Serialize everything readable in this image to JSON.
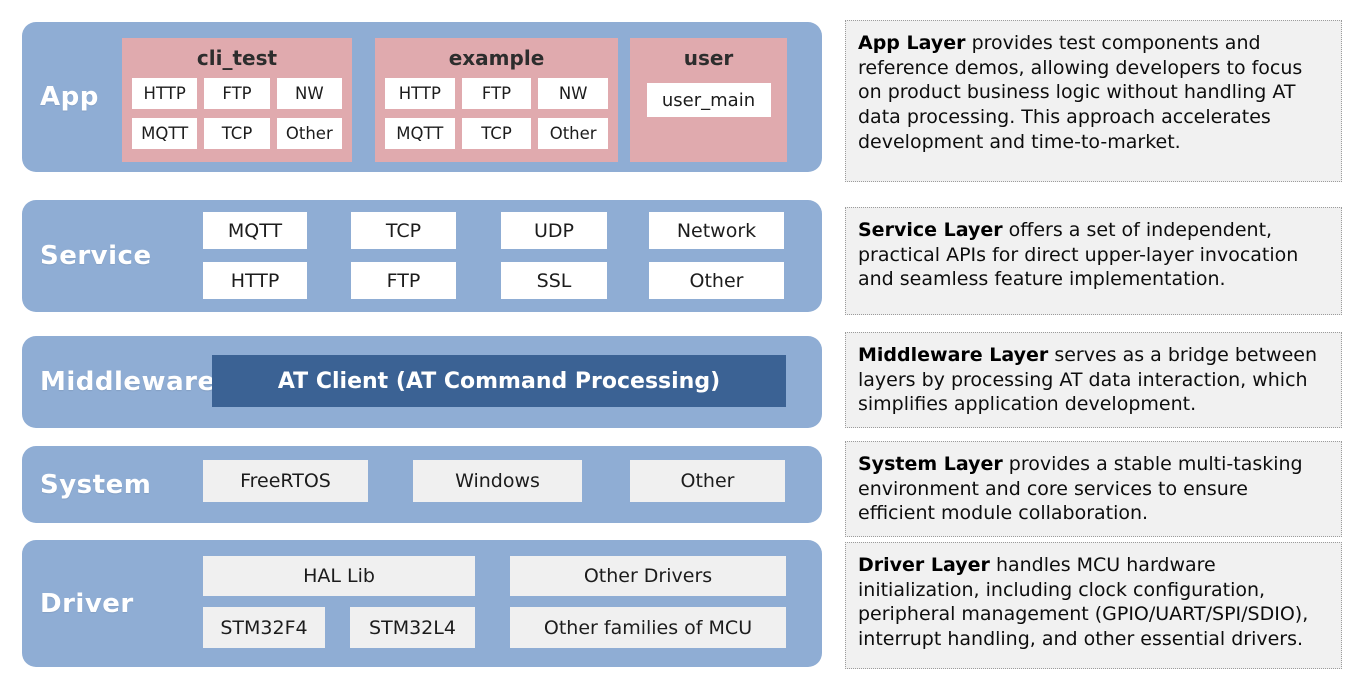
{
  "colors": {
    "layer-bg": "#8FADD4",
    "group-bg": "#E0AAAE",
    "highlight-bg": "#3B6294",
    "chip-white": "#FFFFFF",
    "chip-gray": "#F0F0F0",
    "desc-bg": "#F1F1F1"
  },
  "layers": [
    {
      "name": "App",
      "groups": [
        {
          "title": "cli_test",
          "items": [
            "HTTP",
            "FTP",
            "NW",
            "MQTT",
            "TCP",
            "Other"
          ]
        },
        {
          "title": "example",
          "items": [
            "HTTP",
            "FTP",
            "NW",
            "MQTT",
            "TCP",
            "Other"
          ]
        },
        {
          "title": "user",
          "items": [
            "user_main"
          ]
        }
      ]
    },
    {
      "name": "Service",
      "items": [
        "MQTT",
        "TCP",
        "UDP",
        "Network",
        "HTTP",
        "FTP",
        "SSL",
        "Other"
      ]
    },
    {
      "name": "Middleware",
      "items": [
        "AT Client (AT Command Processing)"
      ]
    },
    {
      "name": "System",
      "items": [
        "FreeRTOS",
        "Windows",
        "Other"
      ]
    },
    {
      "name": "Driver",
      "items": [
        "HAL Lib",
        "Other Drivers",
        "STM32F4",
        "STM32L4",
        "Other families of MCU"
      ]
    }
  ],
  "descriptions": [
    {
      "title": "App Layer",
      "text": "provides test components and reference demos, allowing developers to focus on product business logic without handling AT data processing. This approach accelerates development and time-to-market."
    },
    {
      "title": "Service Layer",
      "text": "offers a set of independent, practical APIs for direct upper-layer invocation and seamless feature implementation."
    },
    {
      "title": "Middleware Layer",
      "text": "serves as a bridge between layers by processing AT data interaction, which simplifies application development."
    },
    {
      "title": "System Layer",
      "text": "provides a stable multi-tasking environment and core services to ensure efficient module collaboration."
    },
    {
      "title": "Driver Layer",
      "text": "handles MCU hardware initialization, including clock configuration, peripheral management (GPIO/UART/SPI/SDIO), interrupt handling, and other essential drivers."
    }
  ]
}
